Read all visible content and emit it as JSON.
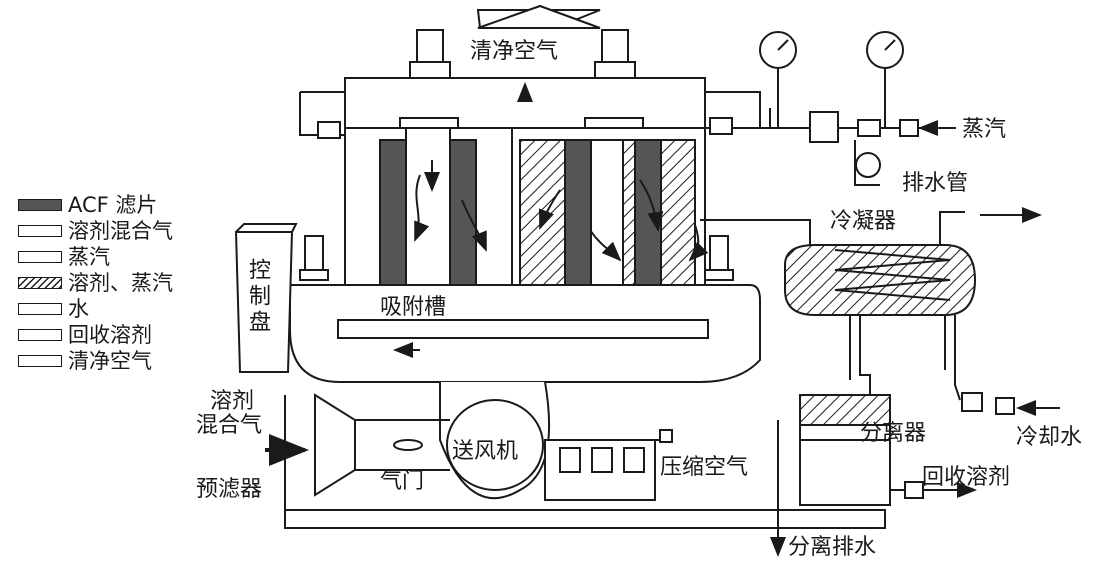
{
  "legend": [
    {
      "swatch": "acf-filter",
      "label": "ACF 滤片"
    },
    {
      "swatch": "plain",
      "label": "溶剂混合气"
    },
    {
      "swatch": "plain",
      "label": "蒸汽"
    },
    {
      "swatch": "hatched",
      "label": "溶剂、蒸汽"
    },
    {
      "swatch": "plain",
      "label": "水"
    },
    {
      "swatch": "plain",
      "label": "回收溶剂"
    },
    {
      "swatch": "plain",
      "label": "清净空气"
    }
  ],
  "labels": {
    "clean_air": "清净空气",
    "steam": "蒸汽",
    "drain_pipe": "排水管",
    "condenser": "冷凝器",
    "adsorption_tank": "吸附槽",
    "control_panel": "控制盘",
    "solvent_mix": "溶剂",
    "solvent_mix2": "混合气",
    "prefilter": "预滤器",
    "damper": "气门",
    "blower": "送风机",
    "compressed_air": "压缩空气",
    "separator": "分离器",
    "cooling_water": "冷却水",
    "recovered_solvent": "回收溶剂",
    "separated_drain": "分离排水"
  },
  "colors": {
    "line": "#1a1a1a",
    "acf": "#555555",
    "background": "#ffffff"
  }
}
